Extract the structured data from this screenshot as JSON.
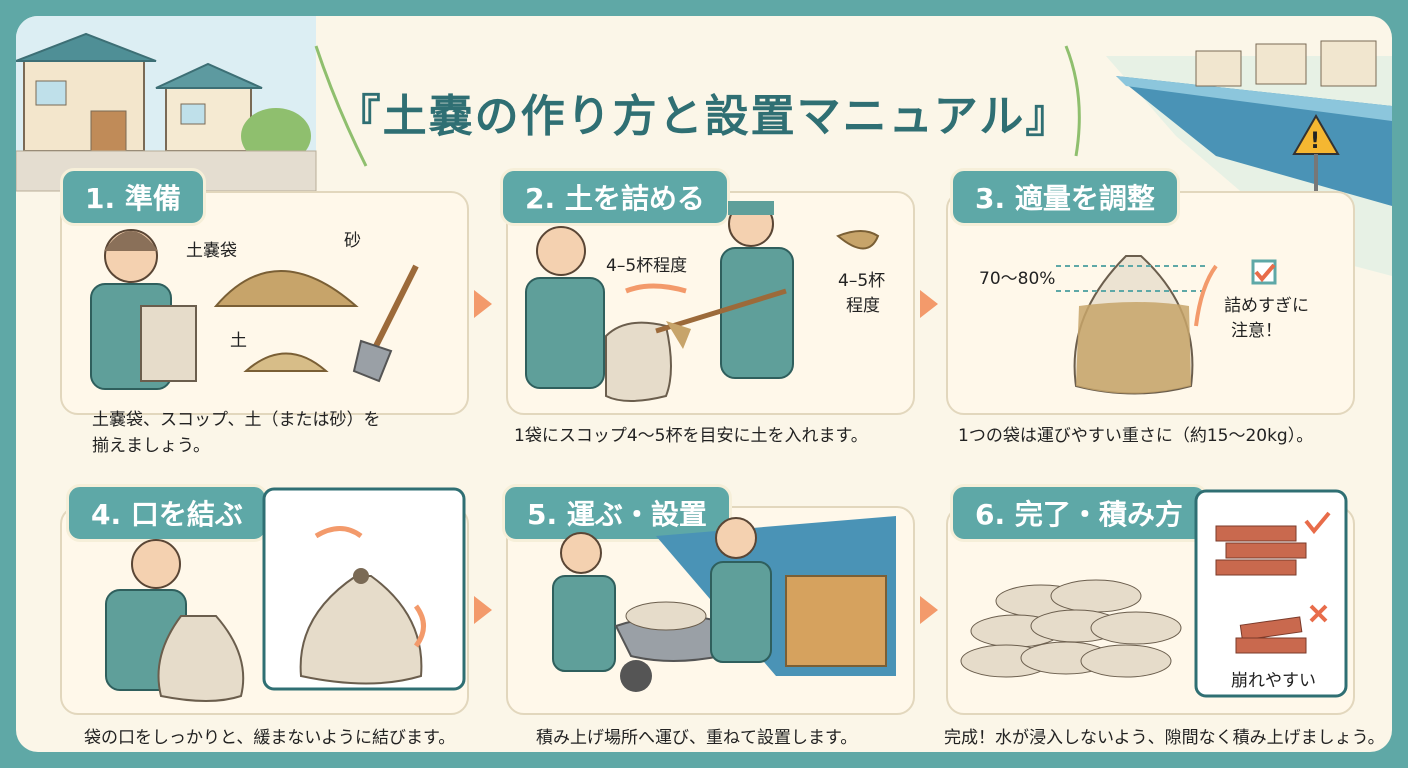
{
  "title": "『土嚢の作り方と設置マニュアル』",
  "steps": [
    {
      "label": "1. 準備",
      "caption": "土嚢袋、スコップ、土（または砂）を\n揃えましょう。",
      "tags": {
        "bag": "土嚢袋",
        "sand": "砂",
        "soil": "土"
      }
    },
    {
      "label": "2. 土を詰める",
      "caption": "1袋にスコップ4〜5杯を目安に土を入れます。",
      "tags": {
        "amount_left": "4–5杯程度",
        "amount_right_1": "4–5杯",
        "amount_right_2": "程度"
      }
    },
    {
      "label": "3. 適量を調整",
      "caption": "1つの袋は運びやすい重さに（約15〜20kg）。",
      "tags": {
        "fill": "70〜80%",
        "warn_1": "詰めすぎに",
        "warn_2": "注意！"
      }
    },
    {
      "label": "4. 口を結ぶ",
      "caption": "袋の口をしっかりと、緩まないように結びます。"
    },
    {
      "label": "5. 運ぶ・設置",
      "caption": "積み上げ場所へ運び、重ねて設置します。"
    },
    {
      "label": "6. 完了・積み方",
      "caption": "完成！水が浸入しないよう、隙間なく積み上げましょう。",
      "tags": {
        "unstable": "崩れやすい"
      }
    }
  ],
  "colors": {
    "accent": "#5ea8a7",
    "title": "#2f6f73",
    "arrow": "#f39a6b",
    "soil": "#c7a46a"
  }
}
